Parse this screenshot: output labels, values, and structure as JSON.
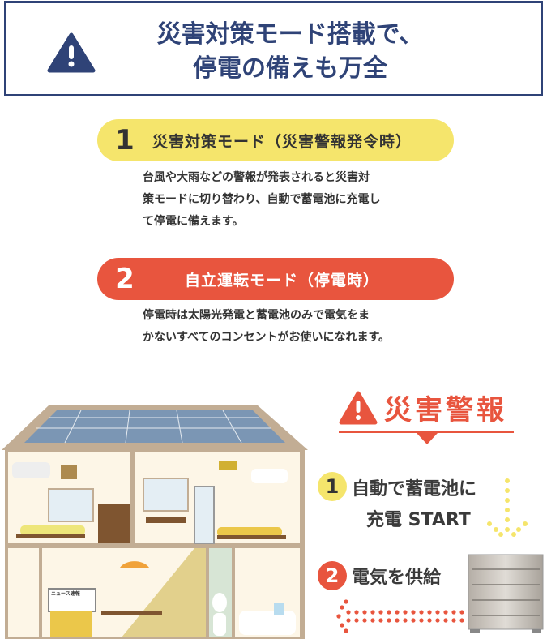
{
  "header": {
    "line1": "災害対策モード搭載で、",
    "line2": "停電の備えも万全",
    "icon": "warning-icon"
  },
  "modes": [
    {
      "number": "1",
      "title": "災害対策モード（災害警報発令時）",
      "description": [
        "台風や大雨などの警報が発表されると災害対",
        "策モードに切り替わり、自動で蓄電池に充電し",
        "て停電に備えます。"
      ],
      "color": "#f5e56c"
    },
    {
      "number": "2",
      "title": "自立運転モード（停電時）",
      "description": [
        "停電時は太陽光発電と蓄電池のみで電気をま",
        "かないすべてのコンセントがお使いになれます。"
      ],
      "color": "#e8553e"
    }
  ],
  "alert": {
    "title": "災害警報",
    "icon": "warning-icon"
  },
  "steps": [
    {
      "number": "1",
      "line1": "自動で蓄電池に",
      "line2": "充電 START"
    },
    {
      "number": "2",
      "line1": "電気を供給"
    }
  ],
  "illustration": {
    "tv_text": "ニュース速報"
  },
  "colors": {
    "navy": "#2f4377",
    "red": "#e8553e",
    "yellow": "#f5e56c"
  }
}
